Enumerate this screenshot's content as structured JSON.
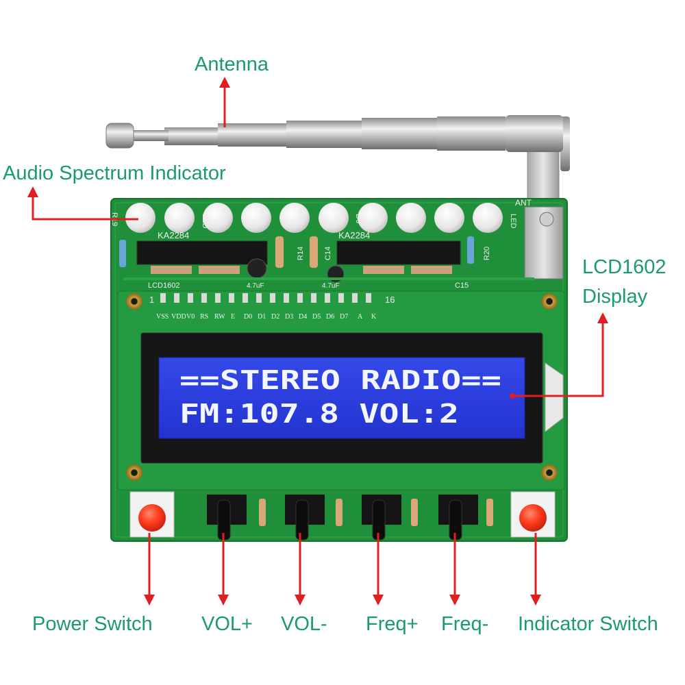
{
  "labels": {
    "antenna": "Antenna",
    "spectrum": "Audio Spectrum Indicator",
    "lcd_line1": "LCD1602",
    "lcd_line2": "Display",
    "power": "Power Switch",
    "vol_up": "VOL+",
    "vol_down": "VOL-",
    "freq_up": "Freq+",
    "freq_down": "Freq-",
    "indicator": "Indicator Switch"
  },
  "lcd": {
    "line1": "==STEREO RADIO==",
    "line2": "FM:107.8 VOL:2"
  },
  "board": {
    "chip_left": "KA2284",
    "chip_right": "KA2284",
    "lcd_silk": "LCD1602",
    "ant": "ANT",
    "pin_first": "1",
    "pin_last": "16",
    "pins": [
      "VSS",
      "VDD",
      "V0",
      "RS",
      "RW",
      "E",
      "D0",
      "D1",
      "D2",
      "D3",
      "D4",
      "D5",
      "D6",
      "D7",
      "A",
      "K"
    ],
    "r14": "R14",
    "c14": "C14",
    "r20": "R20",
    "c15": "C15",
    "r19": "R19",
    "d5": "D5",
    "d6": "D6",
    "led_a": "LED",
    "led_b": "LED",
    "cap_a": "4.7uF",
    "cap_b": "4.7uF"
  },
  "colors": {
    "callout_text": "#1a9a6e",
    "arrow": "#e02020",
    "pcb": "#1f8f3a",
    "lcd_bg": "#2f3fe0",
    "button_red": "#ff3b1f"
  }
}
